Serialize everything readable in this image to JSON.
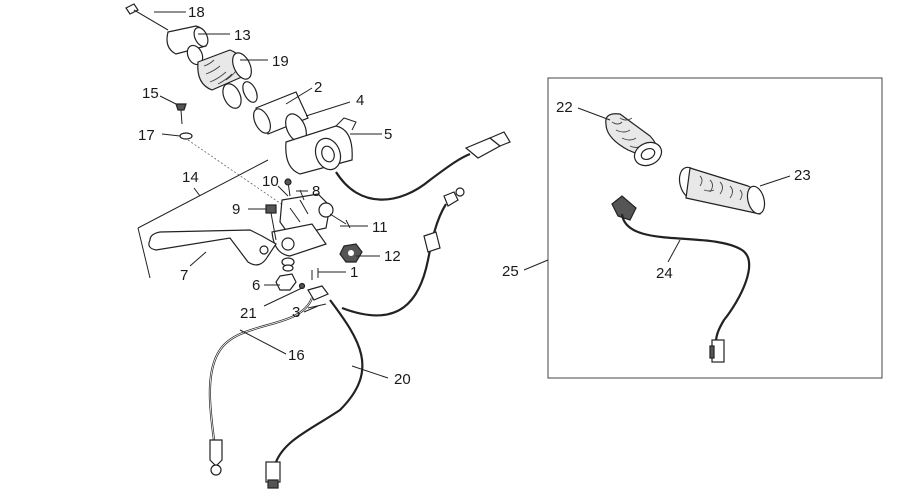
{
  "callouts": [
    {
      "id": "c18",
      "text": "18"
    },
    {
      "id": "c13",
      "text": "13"
    },
    {
      "id": "c19",
      "text": "19"
    },
    {
      "id": "c2",
      "text": "2"
    },
    {
      "id": "c4",
      "text": "4"
    },
    {
      "id": "c5",
      "text": "5"
    },
    {
      "id": "c15",
      "text": "15"
    },
    {
      "id": "c17",
      "text": "17"
    },
    {
      "id": "c14",
      "text": "14"
    },
    {
      "id": "c10",
      "text": "10"
    },
    {
      "id": "c8",
      "text": "8"
    },
    {
      "id": "c9",
      "text": "9"
    },
    {
      "id": "c11",
      "text": "11"
    },
    {
      "id": "c12",
      "text": "12"
    },
    {
      "id": "c7",
      "text": "7"
    },
    {
      "id": "c1",
      "text": "1"
    },
    {
      "id": "c6",
      "text": "6"
    },
    {
      "id": "c21",
      "text": "21"
    },
    {
      "id": "c3",
      "text": "3"
    },
    {
      "id": "c16",
      "text": "16"
    },
    {
      "id": "c20",
      "text": "20"
    },
    {
      "id": "c22",
      "text": "22"
    },
    {
      "id": "c23",
      "text": "23"
    },
    {
      "id": "c24",
      "text": "24"
    },
    {
      "id": "c25",
      "text": "25"
    }
  ]
}
